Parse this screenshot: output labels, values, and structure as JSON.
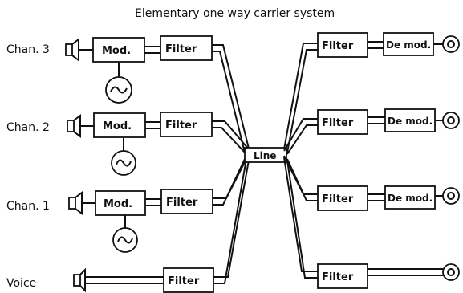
{
  "title": "Elementary one way carrier system",
  "channels": {
    "left": [
      {
        "label": "Chan. 3",
        "mod": "Mod.",
        "filter": "Filter"
      },
      {
        "label": "Chan. 2",
        "mod": "Mod.",
        "filter": "Filter"
      },
      {
        "label": "Chan. 1",
        "mod": "Mod.",
        "filter": "Filter"
      },
      {
        "label": "Voice",
        "filter": "Filter"
      }
    ],
    "right": [
      {
        "filter": "Filter",
        "demod": "De mod."
      },
      {
        "filter": "Filter",
        "demod": "De mod."
      },
      {
        "filter": "Filter",
        "demod": "De mod."
      },
      {
        "filter": "Filter"
      }
    ]
  },
  "line_label": "Line"
}
